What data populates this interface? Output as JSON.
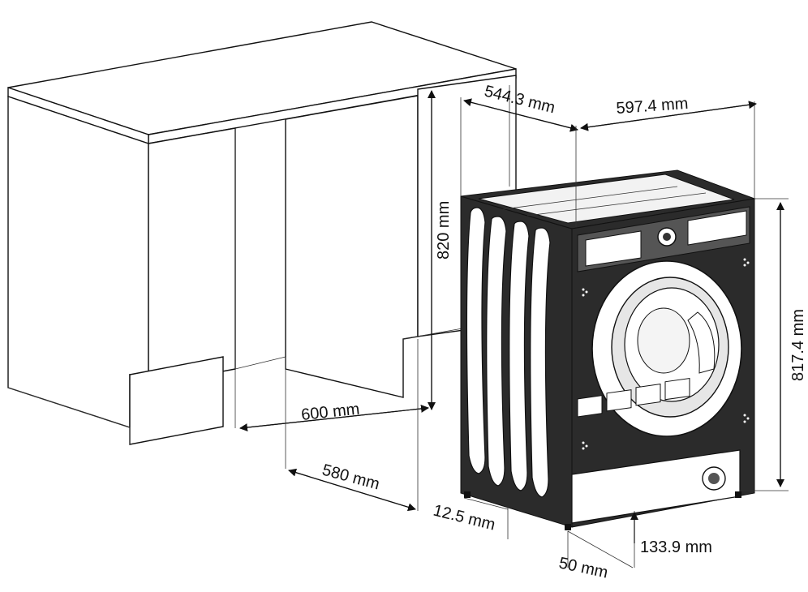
{
  "dimensions": {
    "cabinet_height": "820 mm",
    "cabinet_width": "600 mm",
    "cabinet_depth": "580 mm",
    "machine_depth": "544.3 mm",
    "machine_width": "597.4 mm",
    "machine_height": "817.4 mm",
    "foot_height": "12.5 mm",
    "foot_inset": "50 mm",
    "plinth_height": "133.9 mm"
  },
  "colors": {
    "line": "#111111",
    "machine_body": "#2b2b2b",
    "background": "#ffffff"
  }
}
